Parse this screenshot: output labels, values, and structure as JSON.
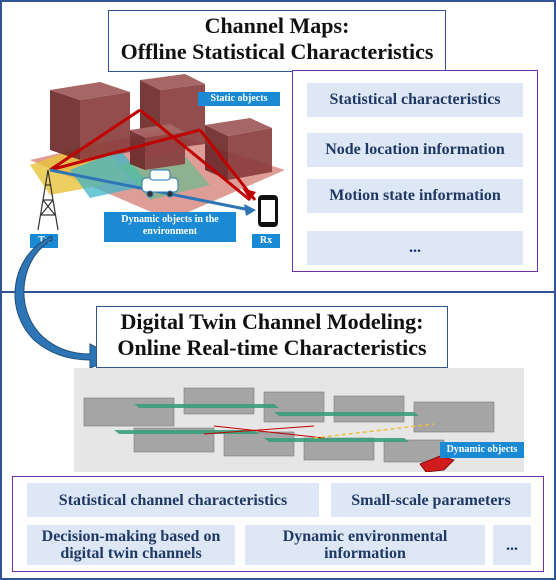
{
  "top": {
    "title_line1": "Channel Maps:",
    "title_line2": "Offline Statistical Characteristics",
    "labels": {
      "static_objects": "Static objects",
      "dynamic_objects": "Dynamic objects in the environment",
      "tx": "Tx",
      "rx": "Rx"
    },
    "items": [
      "Statistical characteristics",
      "Node location information",
      "Motion state information",
      "..."
    ]
  },
  "bottom": {
    "title_line1": "Digital Twin Channel Modeling:",
    "title_line2": "Online Real-time Characteristics",
    "labels": {
      "dynamic_objects": "Dynamic objects"
    },
    "items": [
      "Statistical channel characteristics",
      "Small-scale parameters",
      "Decision-making based on digital twin channels",
      "Dynamic environmental information",
      "..."
    ]
  },
  "colors": {
    "frame": "#2f5597",
    "purple_border": "#7030a0",
    "pill_fill": "#dde7f5",
    "arrow_red": "#c00000",
    "arrow_blue": "#2e75b6",
    "chip_blue": "#1a8ad4"
  }
}
